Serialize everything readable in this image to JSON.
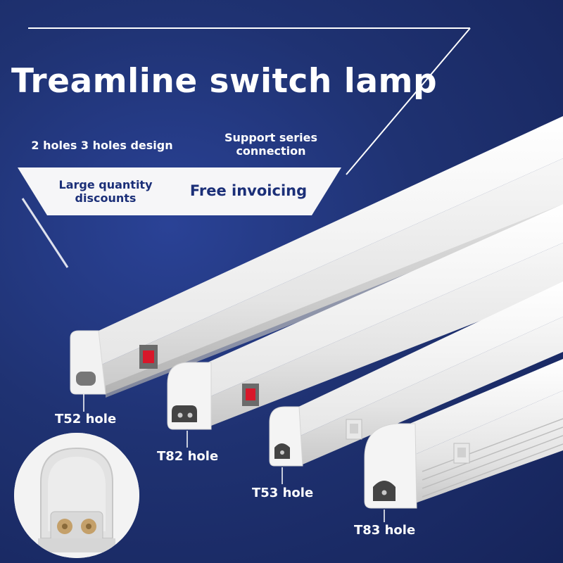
{
  "title": "Treamline switch lamp",
  "features": {
    "holes_design": "2 holes 3 holes design",
    "series_connection": "Support series connection"
  },
  "banner": {
    "discounts": "Large quantity discounts",
    "invoicing": "Free invoicing"
  },
  "labels": {
    "t52": "T52 hole",
    "t82": "T82 hole",
    "t53": "T53 hole",
    "t83": "T83 hole"
  },
  "colors": {
    "background": "#1f3272",
    "banner_text": "#1b2f78",
    "switch": "#d8172a"
  }
}
